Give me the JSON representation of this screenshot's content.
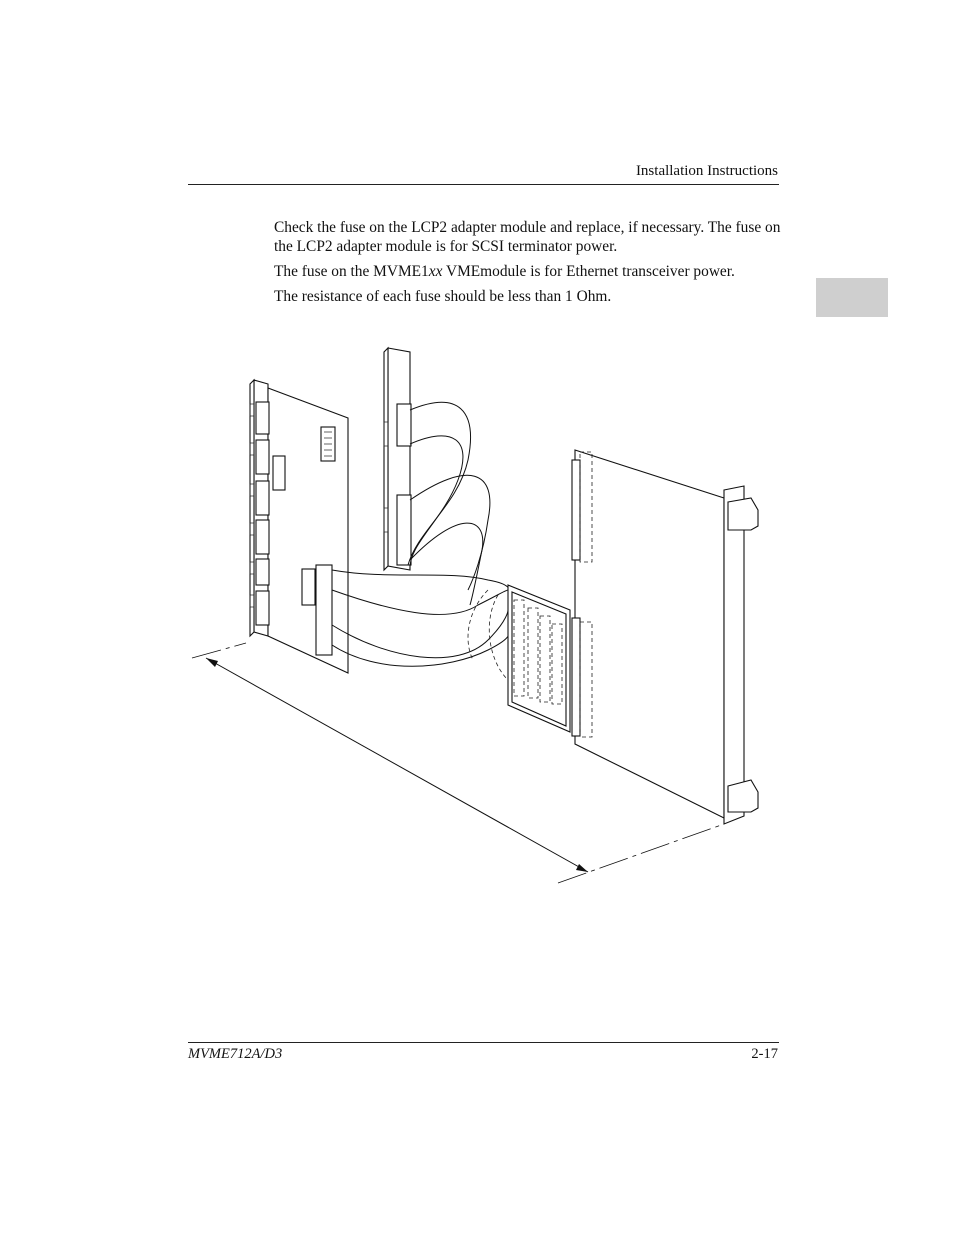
{
  "header": {
    "title": "Installation Instructions"
  },
  "body": {
    "p1": "Check the fuse on the LCP2 adapter module and replace, if necessary. The fuse on the LCP2 adapter module is for SCSI terminator power.",
    "p2_prefix": "The fuse on the MVME1",
    "p2_italic": "xx",
    "p2_suffix": " VMEmodule is for Ethernet transceiver power.",
    "p3": "The resistance of each fuse should be less than 1 Ohm."
  },
  "figure": {
    "description_icon": "board-cabling-illustration"
  },
  "footer": {
    "doc_id": "MVME712A/D3",
    "page_number": "2-17"
  },
  "colors": {
    "tab_gray": "#cfcfcf",
    "text": "#111111"
  }
}
